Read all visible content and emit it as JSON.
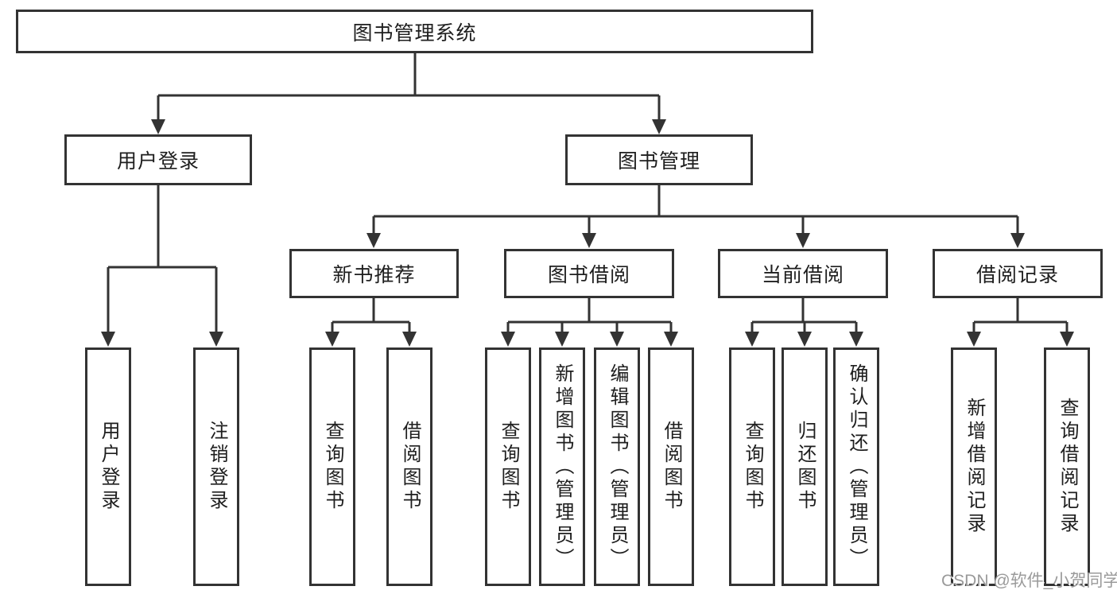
{
  "diagram": {
    "root": "图书管理系统",
    "branches": [
      {
        "label": "用户登录",
        "children": [
          "用户登录",
          "注销登录"
        ]
      },
      {
        "label": "图书管理",
        "sections": [
          {
            "label": "新书推荐",
            "children": [
              "查询图书",
              "借阅图书"
            ]
          },
          {
            "label": "图书借阅",
            "children": [
              "查询图书",
              "新增图书（管理员）",
              "编辑图书（管理员）",
              "借阅图书"
            ]
          },
          {
            "label": "当前借阅",
            "children": [
              "查询图书",
              "归还图书",
              "确认归还（管理员）"
            ]
          },
          {
            "label": "借阅记录",
            "children": [
              "新增借阅记录",
              "查询借阅记录"
            ]
          }
        ]
      }
    ]
  },
  "watermark": "CSDN @软件_小贺同学",
  "colors": {
    "line": "#333333",
    "text": "#1e1e1e",
    "watermark": "#9a9a9a",
    "background": "#ffffff"
  }
}
